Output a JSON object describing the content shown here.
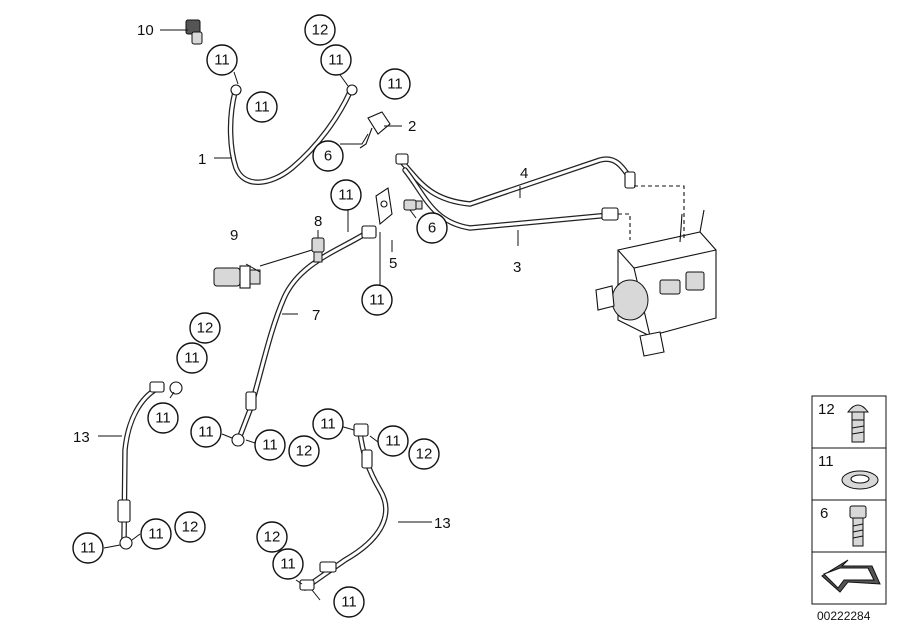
{
  "labels": {
    "p1": "1",
    "p2": "2",
    "p3": "3",
    "p4": "4",
    "p5": "5",
    "p6": "6",
    "p7": "7",
    "p8": "8",
    "p9": "9",
    "p10": "10",
    "p13a": "13",
    "p13b": "13"
  },
  "callouts": {
    "c11": "11",
    "c12": "12",
    "c6": "6"
  },
  "legend": {
    "row12": "12",
    "row11": "11",
    "row6": "6"
  },
  "reference_number": "00222284"
}
